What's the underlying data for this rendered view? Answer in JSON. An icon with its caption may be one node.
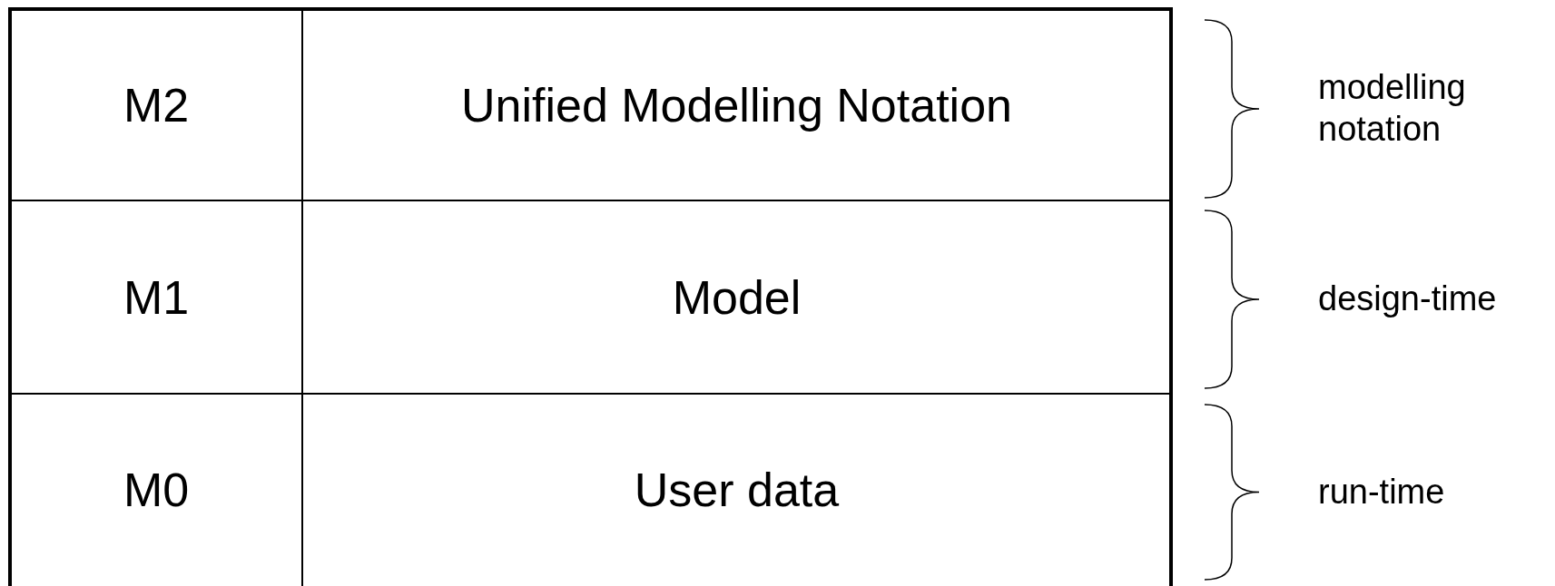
{
  "diagram": {
    "labels": [
      "M2",
      "Unified Modelling Notation",
      "M1",
      "Model",
      "M0",
      "User data",
      "modelling notation",
      "design-time",
      "run-time"
    ]
  }
}
